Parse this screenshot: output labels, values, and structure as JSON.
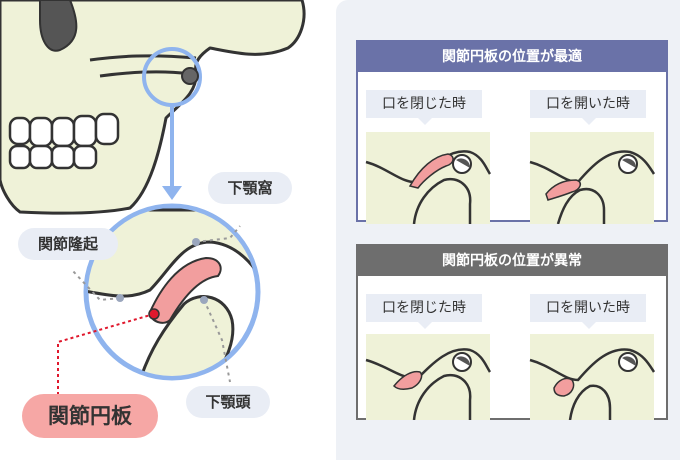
{
  "labels": {
    "fossa": "下顎窩",
    "eminence": "関節隆起",
    "condyle": "下顎頭",
    "disc": "関節円板"
  },
  "cards": {
    "normal": {
      "title": "関節円板の位置が最適",
      "closed": "口を閉じた時",
      "open": "口を開いた時"
    },
    "abnormal": {
      "title": "関節円板の位置が異常",
      "closed": "口を閉じた時",
      "open": "口を開いた時"
    }
  },
  "colors": {
    "bone": "#eff2d8",
    "disc": "#f29e9e",
    "accent_blue": "#8fb4ee",
    "dot_red": "#e0182d",
    "normal_header": "#6a72a8",
    "abnormal_header": "#6e6e6e"
  }
}
